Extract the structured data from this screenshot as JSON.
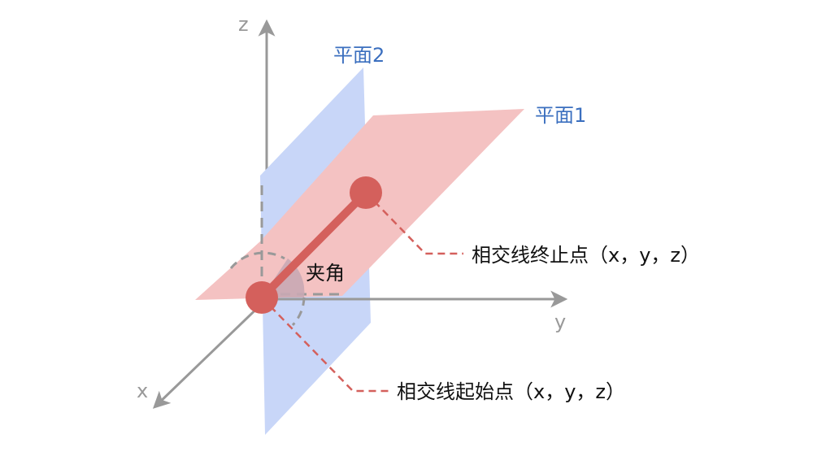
{
  "axes": {
    "z_label": "z",
    "y_label": "y",
    "x_label": "x"
  },
  "planes": {
    "plane1_label": "平面1",
    "plane2_label": "平面2"
  },
  "annotations": {
    "angle_label": "夹角",
    "end_point_label": "相交线终止点（x，y，z）",
    "start_point_label": "相交线起始点（x，y，z）"
  },
  "colors": {
    "axis": "#999999",
    "plane1_fill": "#f4c2c2",
    "plane2_fill": "#c8d6f8",
    "intersection": "#d4605c",
    "label_blue": "#3b6fbf",
    "label_dark": "#111111",
    "angle_fill": "#c9a9b4"
  }
}
